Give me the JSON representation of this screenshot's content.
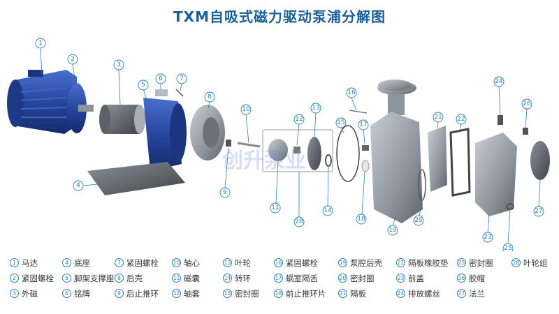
{
  "title": "TXM自吸式磁力驱动泵浦分解图",
  "watermark": "创升泵业",
  "colors": {
    "title": "#1b5f96",
    "callout": "#2a7fb0",
    "motor_blue": "#25459e",
    "part_gray": "#9aa0a8",
    "legend_text": "#333333"
  },
  "callouts": [
    "1",
    "2",
    "3",
    "4",
    "5",
    "6",
    "7",
    "8",
    "9",
    "10",
    "11",
    "12",
    "13",
    "14",
    "15",
    "16",
    "17",
    "18",
    "19",
    "20",
    "21",
    "22",
    "23",
    "24",
    "25",
    "26",
    "27",
    "28"
  ],
  "legend": [
    {
      "num": "1",
      "label": "马达"
    },
    {
      "num": "2",
      "label": "紧固螺栓"
    },
    {
      "num": "3",
      "label": "外磁"
    },
    {
      "num": "4",
      "label": "底座"
    },
    {
      "num": "5",
      "label": "脚架支撑座"
    },
    {
      "num": "6",
      "label": "铭牌"
    },
    {
      "num": "7",
      "label": "紧固螺栓"
    },
    {
      "num": "8",
      "label": "后壳"
    },
    {
      "num": "9",
      "label": "后止推环"
    },
    {
      "num": "10",
      "label": "轴心"
    },
    {
      "num": "11",
      "label": "磁囊"
    },
    {
      "num": "12",
      "label": "轴套"
    },
    {
      "num": "13",
      "label": "叶轮"
    },
    {
      "num": "14",
      "label": "转环"
    },
    {
      "num": "15",
      "label": "密封圈"
    },
    {
      "num": "16",
      "label": "紧固螺栓"
    },
    {
      "num": "17",
      "label": "蜗室隔舌"
    },
    {
      "num": "18",
      "label": "前止推环片"
    },
    {
      "num": "19",
      "label": "泵腔后壳"
    },
    {
      "num": "20",
      "label": "密封圈"
    },
    {
      "num": "21",
      "label": "隔板"
    },
    {
      "num": "22",
      "label": "隔板橡胶垫"
    },
    {
      "num": "23",
      "label": "前盖"
    },
    {
      "num": "24",
      "label": "排放螺丝"
    },
    {
      "num": "25",
      "label": "密封圈"
    },
    {
      "num": "26",
      "label": "胶帽"
    },
    {
      "num": "27",
      "label": "法兰"
    },
    {
      "num": "28",
      "label": "叶轮组"
    }
  ]
}
